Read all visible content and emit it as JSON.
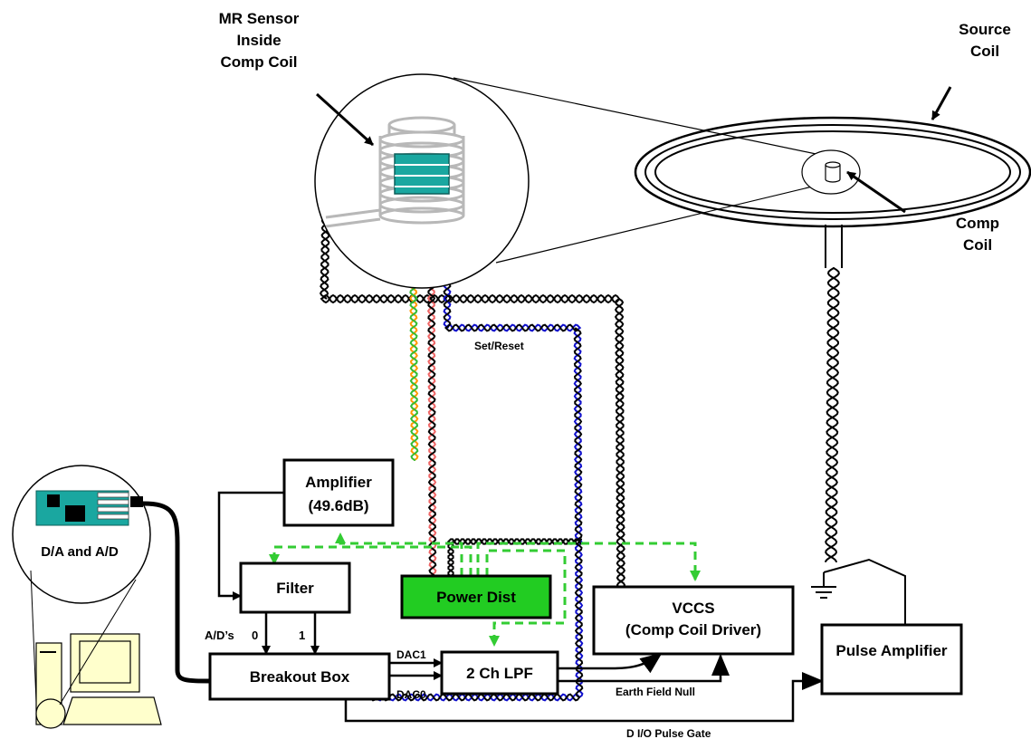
{
  "labels": {
    "mr_sensor": [
      "MR Sensor",
      "Inside",
      "Comp Coil"
    ],
    "source_coil": [
      "Source",
      "Coil"
    ],
    "comp_coil": [
      "Comp",
      "Coil"
    ],
    "set_reset": "Set/Reset",
    "daq_card": "D/A and A/D",
    "ad_channels": [
      "A/D’s",
      "0",
      "1"
    ],
    "dac1": "DAC1",
    "dac0": "DAC0",
    "earth_field_null": "Earth Field Null",
    "pulse_gate": "D I/O Pulse Gate"
  },
  "blocks": {
    "amplifier": [
      "Amplifier",
      "(49.6dB)"
    ],
    "filter": "Filter",
    "power_dist": "Power Dist",
    "vccs": [
      "VCCS",
      "(Comp Coil Driver)"
    ],
    "lpf": "2 Ch LPF",
    "breakout": "Breakout Box",
    "pulse_amp": "Pulse Amplifier"
  },
  "colors": {
    "power_dist_fill": "#22cc22",
    "power_lines": "#33cc33",
    "pcb": "#1aa7a0",
    "computer": "#ffffcc",
    "wire_blue": "#1111cc",
    "wire_red": "#ee6666",
    "wire_orange": "#ff9900",
    "wire_green": "#33bb33"
  }
}
